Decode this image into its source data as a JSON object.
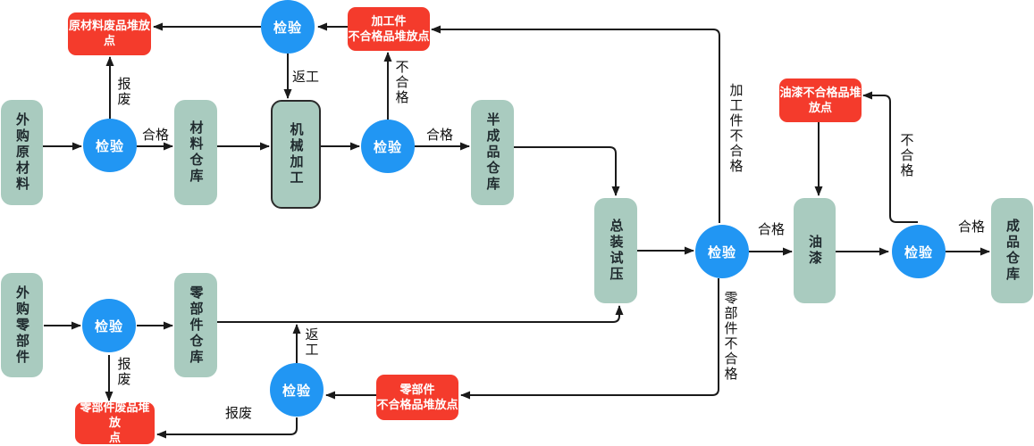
{
  "diagram": {
    "background": "#ffffff",
    "colors": {
      "store_fill": "#a9cbbf",
      "inspection_fill": "#2196f3",
      "reject_fill": "#f43b2c",
      "connector": "#1a1a1a",
      "store_text": "#1f2a2e",
      "light_text": "#ffffff"
    },
    "inspection_label": "检验",
    "stores": [
      {
        "label": "外购原材料"
      },
      {
        "label": "材料仓库"
      },
      {
        "label": "机械加工"
      },
      {
        "label": "半成品仓库"
      },
      {
        "label": "总装试压"
      },
      {
        "label": "油漆"
      },
      {
        "label": "成品仓库"
      },
      {
        "label": "外购零部件"
      },
      {
        "label": "零部件仓库"
      }
    ],
    "rejects": [
      {
        "line1": "原材料废品堆放",
        "line2": "点"
      },
      {
        "line1": "加工件",
        "line2": "不合格品堆放点"
      },
      {
        "line1": "零部件废品堆放",
        "line2": "点"
      },
      {
        "line1": "零部件",
        "line2": "不合格品堆放点"
      },
      {
        "line1": "油漆不合格品堆",
        "line2": "放点"
      }
    ],
    "edge_labels": [
      {
        "text": "报废"
      },
      {
        "text": "合格"
      },
      {
        "text": "返工"
      },
      {
        "text": "不合格"
      },
      {
        "text": "合格"
      },
      {
        "text": "加工件不合格"
      },
      {
        "text": "合格"
      },
      {
        "text": "不合格"
      },
      {
        "text": "合格"
      },
      {
        "text": "零部件不合格"
      },
      {
        "text": "返工"
      },
      {
        "text": "报废"
      },
      {
        "text": "报废"
      }
    ]
  }
}
